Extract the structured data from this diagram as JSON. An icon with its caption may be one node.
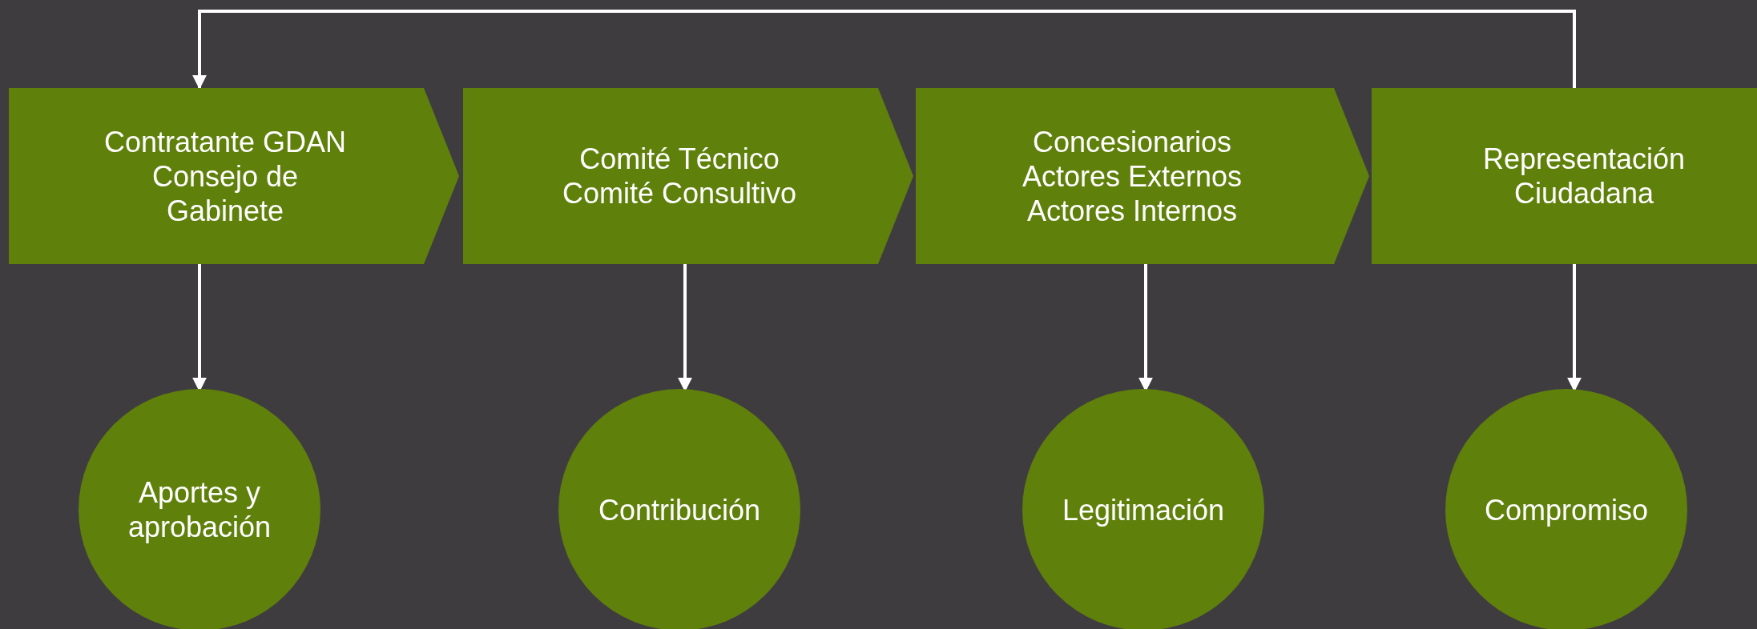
{
  "diagram": {
    "nodes": [
      {
        "text": [
          "Contratante GDAN Consejo de Gabinete"
        ]
      },
      {
        "text": [
          "Comité Técnico Comité Consultivo"
        ]
      },
      {
        "text": [
          "Concesionarios Actores Externos Actores Internos"
        ]
      },
      {
        "text": [
          "Representación Ciudadana"
        ]
      },
      {
        "text": [
          "Aportes y aprobación"
        ]
      },
      {
        "text": [
          "Contribución"
        ]
      },
      {
        "text": [
          "Legitimación"
        ]
      },
      {
        "text": [
          "Compromiso"
        ]
      }
    ],
    "edges": [
      {
        "from": 0,
        "to": 4,
        "arrow": "to"
      },
      {
        "from": 1,
        "to": 5,
        "arrow": "to"
      },
      {
        "from": 2,
        "to": 6,
        "arrow": "to"
      },
      {
        "from": 3,
        "to": 7,
        "arrow": "to"
      },
      {
        "from": 3,
        "to": 0,
        "arrow": "to"
      }
    ]
  }
}
